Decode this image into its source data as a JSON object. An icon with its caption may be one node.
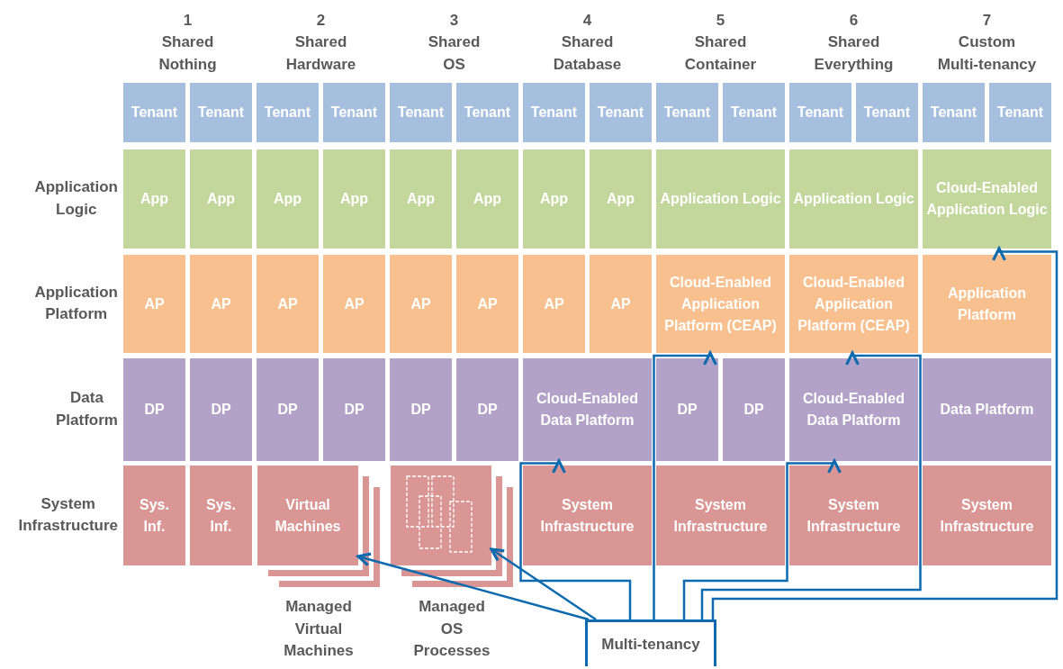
{
  "diagram": {
    "nodes": [
      {
        "text": [
          "Tenant"
        ]
      },
      {
        "text": [
          "Tenant"
        ]
      },
      {
        "text": [
          "Tenant"
        ]
      },
      {
        "text": [
          "Tenant"
        ]
      },
      {
        "text": [
          "Tenant"
        ]
      },
      {
        "text": [
          "Tenant"
        ]
      },
      {
        "text": [
          "Tenant"
        ]
      },
      {
        "text": [
          "Tenant"
        ]
      },
      {
        "text": [
          "Tenant"
        ]
      },
      {
        "text": [
          "Tenant"
        ]
      },
      {
        "text": [
          "Tenant"
        ]
      },
      {
        "text": [
          "Tenant"
        ]
      },
      {
        "text": [
          "Tenant"
        ]
      },
      {
        "text": [
          "Tenant"
        ]
      },
      {
        "text": [
          "App"
        ]
      },
      {
        "text": [
          "App"
        ]
      },
      {
        "text": [
          "App"
        ]
      },
      {
        "text": [
          "App"
        ]
      },
      {
        "text": [
          "App"
        ]
      },
      {
        "text": [
          "App"
        ]
      },
      {
        "text": [
          "App"
        ]
      },
      {
        "text": [
          "App"
        ]
      },
      {
        "text": [
          "Application Logic"
        ]
      },
      {
        "text": [
          "Application Logic"
        ]
      },
      {
        "text": [
          "Cloud-Enabled Application Logic"
        ]
      },
      {
        "text": [
          "AP"
        ]
      },
      {
        "text": [
          "AP"
        ]
      },
      {
        "text": [
          "AP"
        ]
      },
      {
        "text": [
          "AP"
        ]
      },
      {
        "text": [
          "AP"
        ]
      },
      {
        "text": [
          "AP"
        ]
      },
      {
        "text": [
          "AP"
        ]
      },
      {
        "text": [
          "AP"
        ]
      },
      {
        "text": [
          "Cloud-Enabled Application Platform (CEAP)"
        ]
      },
      {
        "text": [
          "Cloud-Enabled Application Platform (CEAP)"
        ]
      },
      {
        "text": [
          "Application Platform"
        ]
      },
      {
        "text": [
          "DP"
        ]
      },
      {
        "text": [
          "DP"
        ]
      },
      {
        "text": [
          "DP"
        ]
      },
      {
        "text": [
          "DP"
        ]
      },
      {
        "text": [
          "DP"
        ]
      },
      {
        "text": [
          "DP"
        ]
      },
      {
        "text": [
          "Cloud-Enabled Data Platform"
        ]
      },
      {
        "text": [
          "DP"
        ]
      },
      {
        "text": [
          "DP"
        ]
      },
      {
        "text": [
          "Cloud-Enabled Data Platform"
        ]
      },
      {
        "text": [
          "Data Platform"
        ]
      },
      {
        "text": [
          "Sys. Inf."
        ]
      },
      {
        "text": [
          "Sys. Inf."
        ]
      },
      {
        "text": [
          "Virtual Machines"
        ],
        "beside": [
          "Managed Virtual Machines"
        ]
      },
      {
        "text": [],
        "shape": "box",
        "beside": [
          "Managed OS Processes"
        ]
      },
      {
        "text": [
          "System Infrastructure"
        ]
      },
      {
        "text": [
          "System Infrastructure"
        ]
      },
      {
        "text": [
          "System Infrastructure"
        ]
      },
      {
        "text": [
          "System Infrastructure"
        ]
      },
      {
        "text": [
          "Multi-tenancy"
        ]
      }
    ],
    "edges": [
      {
        "from": 55,
        "to": 49,
        "arrow": "to"
      },
      {
        "from": 55,
        "to": 50,
        "arrow": "to"
      },
      {
        "from": 55,
        "to": 42,
        "arrow": "to"
      },
      {
        "from": 55,
        "to": 33,
        "arrow": "to"
      },
      {
        "from": 55,
        "to": 34,
        "arrow": "to"
      },
      {
        "from": 55,
        "to": 45,
        "arrow": "to"
      },
      {
        "from": 55,
        "to": 24,
        "arrow": "to"
      }
    ],
    "labels": [
      "1",
      "Shared Nothing",
      "2",
      "Shared Hardware",
      "3",
      "Shared OS",
      "4",
      "Shared Database",
      "5",
      "Shared Container",
      "6",
      "Shared Everything",
      "7",
      "Custom Multi-tenancy",
      "Application Logic",
      "Application Platform",
      "Data Platform",
      "System Infrastructure"
    ]
  }
}
